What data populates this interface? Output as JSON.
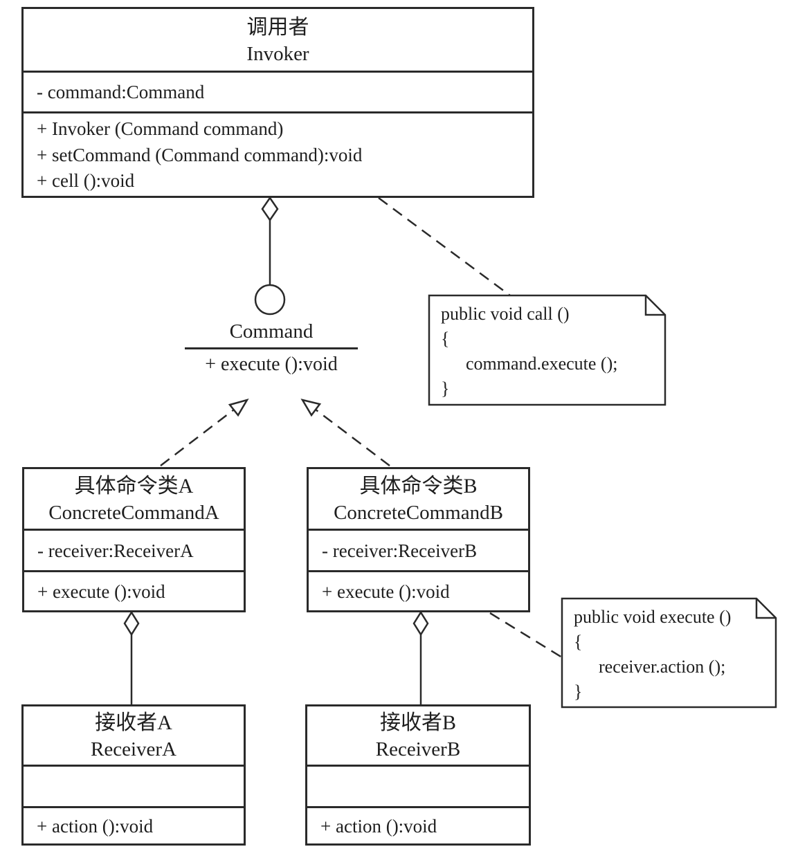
{
  "colors": {
    "line": "#2a2a2a",
    "background": "#ffffff"
  },
  "classes": {
    "invoker": {
      "name_cn": "调用者",
      "name_en": "Invoker",
      "attributes": [
        "- command:Command"
      ],
      "methods": [
        "+ Invoker (Command command)",
        "+ setCommand (Command command):void",
        "+ cell ():void"
      ]
    },
    "command_interface": {
      "name": "Command",
      "methods": [
        "+ execute ():void"
      ]
    },
    "concrete_command_a": {
      "name_cn": "具体命令类A",
      "name_en": "ConcreteCommandA",
      "attributes": [
        "- receiver:ReceiverA"
      ],
      "methods": [
        "+ execute ():void"
      ]
    },
    "concrete_command_b": {
      "name_cn": "具体命令类B",
      "name_en": "ConcreteCommandB",
      "attributes": [
        "- receiver:ReceiverB"
      ],
      "methods": [
        "+ execute ():void"
      ]
    },
    "receiver_a": {
      "name_cn": "接收者A",
      "name_en": "ReceiverA",
      "attributes": [],
      "methods": [
        "+ action ():void"
      ]
    },
    "receiver_b": {
      "name_cn": "接收者B",
      "name_en": "ReceiverB",
      "attributes": [],
      "methods": [
        "+ action ():void"
      ]
    }
  },
  "notes": {
    "call_note": {
      "lines": [
        "public void call ()",
        "{",
        "command.execute ();",
        "}"
      ]
    },
    "execute_note": {
      "lines": [
        "public void execute ()",
        "{",
        "receiver.action ();",
        "}"
      ]
    }
  }
}
